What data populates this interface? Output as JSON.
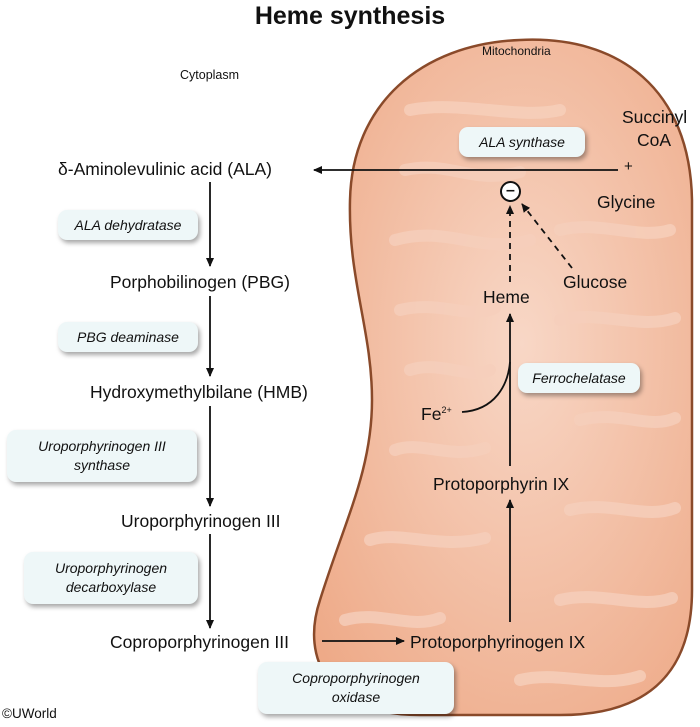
{
  "title": "Heme synthesis",
  "compartments": {
    "cytoplasm": "Cytoplasm",
    "mitochondria": "Mitochondria"
  },
  "metabolites": {
    "ala": "δ-Aminolevulinic acid (ALA)",
    "pbg": "Porphobilinogen (PBG)",
    "hmb": "Hydroxymethylbilane (HMB)",
    "uro": "Uroporphyrinogen III",
    "copro": "Coproporphyrinogen III",
    "protogen": "Protoporphyrinogen IX",
    "protoporphyrin": "Protoporphyrin IX",
    "heme": "Heme",
    "succinyl": "Succinyl",
    "coa": "CoA",
    "plus": "+",
    "glycine": "Glycine",
    "glucose": "Glucose",
    "fe": "Fe",
    "fe_charge": "2+"
  },
  "enzymes": {
    "ala_synthase": "ALA synthase",
    "ala_dehydratase": "ALA dehydratase",
    "pbg_deaminase": "PBG deaminase",
    "uro_synthase_1": "Uroporphyrinogen III",
    "uro_synthase_2": "synthase",
    "uro_decarb_1": "Uroporphyrinogen",
    "uro_decarb_2": "decarboxylase",
    "copro_oxidase_1": "Coproporphyrinogen",
    "copro_oxidase_2": "oxidase",
    "ferrochelatase": "Ferrochelatase"
  },
  "inhibition_symbol": "–",
  "copyright": "©UWorld",
  "colors": {
    "mito_fill": "#f1b79b",
    "mito_stroke": "#8a4a2a",
    "box_fill": "#eef7f8",
    "line": "#111111"
  }
}
